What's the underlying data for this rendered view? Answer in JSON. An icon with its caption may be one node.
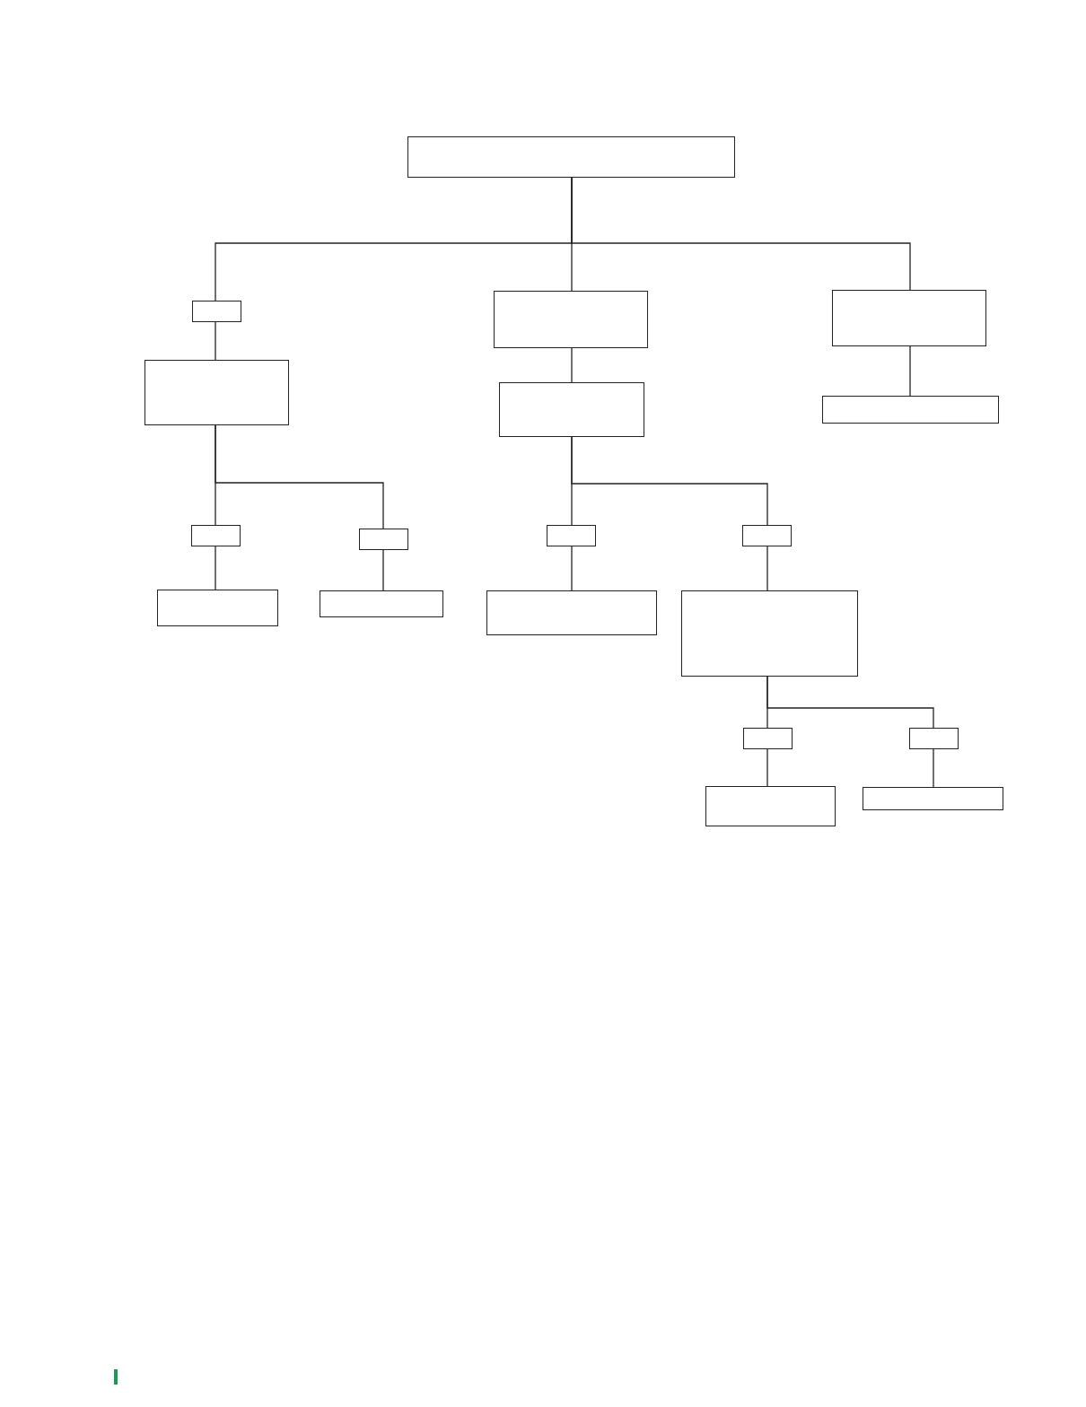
{
  "diagram": {
    "nodes": [
      {
        "text": [],
        "shape": "box"
      },
      {
        "text": [],
        "shape": "box"
      },
      {
        "text": [],
        "shape": "box"
      },
      {
        "text": [],
        "shape": "box"
      },
      {
        "text": [],
        "shape": "box"
      },
      {
        "text": [],
        "shape": "box"
      },
      {
        "text": [],
        "shape": "box"
      },
      {
        "text": [],
        "shape": "box"
      },
      {
        "text": [],
        "shape": "box"
      },
      {
        "text": [],
        "shape": "box"
      },
      {
        "text": [],
        "shape": "box"
      },
      {
        "text": [],
        "shape": "box"
      },
      {
        "text": [],
        "shape": "box"
      },
      {
        "text": [],
        "shape": "box"
      },
      {
        "text": [],
        "shape": "box"
      },
      {
        "text": [],
        "shape": "box"
      },
      {
        "text": [],
        "shape": "box"
      },
      {
        "text": [],
        "shape": "box"
      },
      {
        "text": [],
        "shape": "box"
      }
    ],
    "edges": [
      {
        "from": 0,
        "to": 1,
        "arrow": "none"
      },
      {
        "from": 0,
        "to": 2,
        "arrow": "none"
      },
      {
        "from": 0,
        "to": 3,
        "arrow": "none"
      },
      {
        "from": 1,
        "to": 4,
        "arrow": "none"
      },
      {
        "from": 2,
        "to": 5,
        "arrow": "none"
      },
      {
        "from": 3,
        "to": 6,
        "arrow": "none"
      },
      {
        "from": 4,
        "to": 7,
        "arrow": "none"
      },
      {
        "from": 4,
        "to": 8,
        "arrow": "none"
      },
      {
        "from": 5,
        "to": 9,
        "arrow": "none"
      },
      {
        "from": 5,
        "to": 10,
        "arrow": "none"
      },
      {
        "from": 7,
        "to": 11,
        "arrow": "none"
      },
      {
        "from": 8,
        "to": 12,
        "arrow": "none"
      },
      {
        "from": 9,
        "to": 13,
        "arrow": "none"
      },
      {
        "from": 10,
        "to": 14,
        "arrow": "none"
      },
      {
        "from": 14,
        "to": 15,
        "arrow": "none"
      },
      {
        "from": 14,
        "to": 16,
        "arrow": "none"
      },
      {
        "from": 15,
        "to": 17,
        "arrow": "none"
      },
      {
        "from": 16,
        "to": 18,
        "arrow": "none"
      }
    ]
  }
}
